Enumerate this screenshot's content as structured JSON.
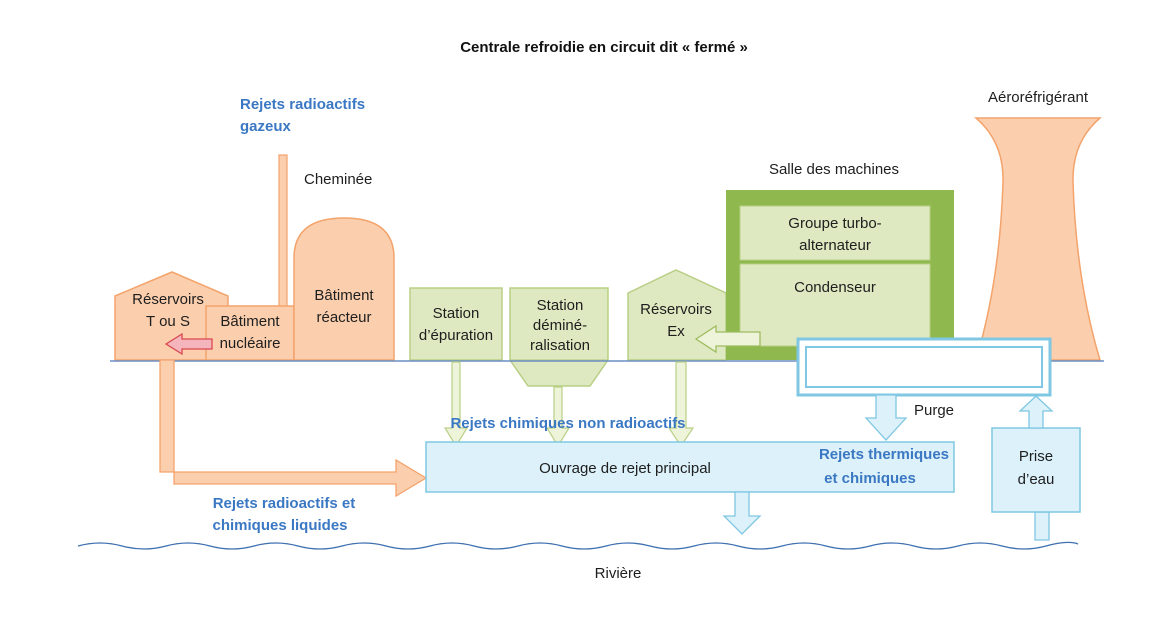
{
  "title": "Centrale refroidie en circuit dit « fermé »",
  "gas_releases": [
    "Rejets radioactifs",
    "gazeux"
  ],
  "chimney": "Cheminée",
  "tanks_t_s": [
    "Réservoirs",
    "T ou S"
  ],
  "nuclear_building": [
    "Bâtiment",
    "nucléaire"
  ],
  "reactor_building": [
    "Bâtiment",
    "réacteur"
  ],
  "purification_station": [
    "Station",
    "d’épuration"
  ],
  "demineralisation_station": [
    "Station",
    "déminé-",
    "ralisation"
  ],
  "tanks_ex": [
    "Réservoirs",
    "Ex"
  ],
  "machine_hall": "Salle des machines",
  "turbo_group": [
    "Groupe turbo-",
    "alternateur"
  ],
  "condenser": "Condenseur",
  "cooling_tower": "Aéroréfrigérant",
  "purge": "Purge",
  "chemical_releases": "Rejets chimiques non radioactifs",
  "main_outfall": "Ouvrage de rejet principal",
  "thermal_releases": [
    "Rejets thermiques",
    "et chimiques"
  ],
  "water_intake": [
    "Prise",
    "d’eau"
  ],
  "liquid_releases": [
    "Rejets radioactifs et",
    "chimiques liquides"
  ],
  "river": "Rivière",
  "colors": {
    "orange_fill": "#fbcfae",
    "orange_stroke": "#f3a36b",
    "green_fill": "#dfe9c1",
    "green_stroke": "#b9cf86",
    "machine_green": "#8fb84e",
    "blue_fill": "#dcf1f9",
    "blue_stroke": "#7fc7e2",
    "label_blue": "#3b78c3"
  }
}
